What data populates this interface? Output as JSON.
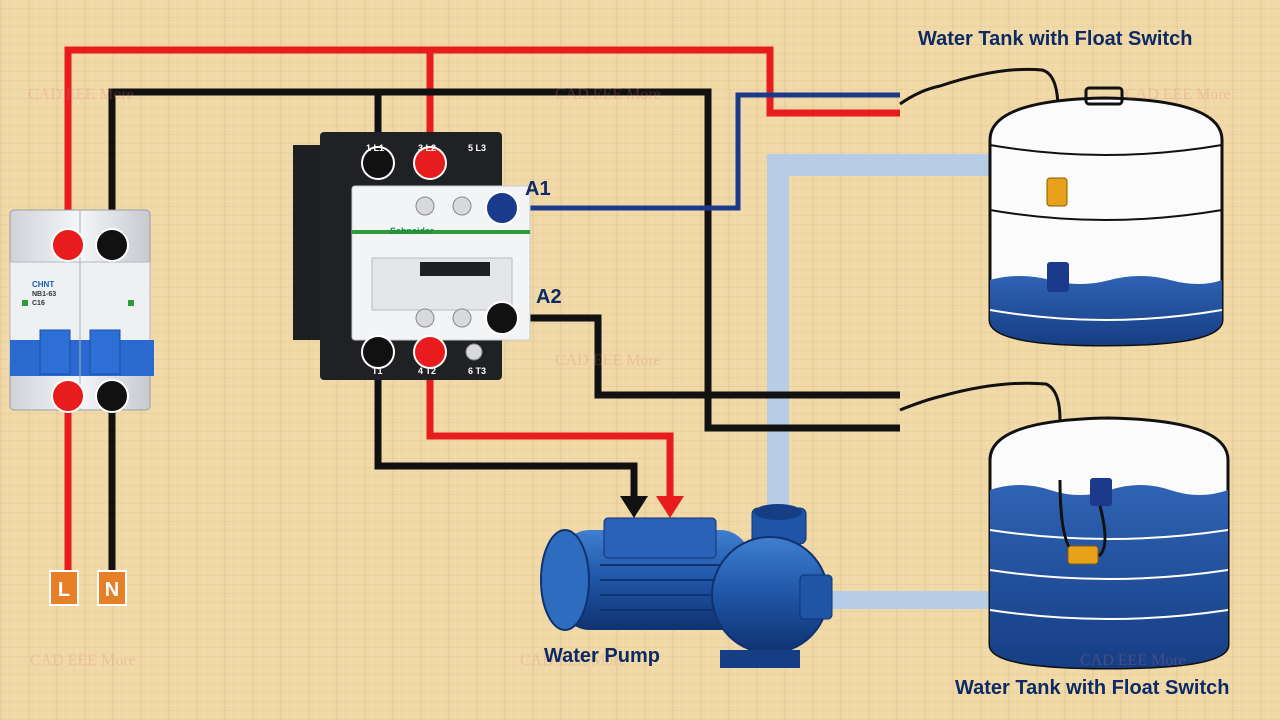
{
  "labels": {
    "tank_top": "Water Tank with Float Switch",
    "tank_bottom": "Water Tank with Float Switch",
    "pump": "Water Pump",
    "coil_a1": "A1",
    "coil_a2": "A2",
    "terminal_l": "L",
    "terminal_n": "N"
  },
  "mcb": {
    "brand": "CHNT",
    "model": "NB1-63",
    "rating": "C16"
  },
  "contactor": {
    "brand": "Schneider",
    "terminals": {
      "l1": "1 L1",
      "l2": "3 L2",
      "l3": "5 L3",
      "t1": "T1",
      "t2": "4 T2",
      "t3": "6 T3"
    }
  },
  "watermark": "CAD EEE More",
  "colors": {
    "phase_wire": "#e81c1c",
    "neutral_wire": "#111111",
    "coil_wire": "#1b3a8c",
    "pipe": "#b7cde6",
    "water": "#1f4e99",
    "pump_body": "#1f55a6",
    "terminal_box": "#e77f27",
    "float": "#e8a21a"
  }
}
